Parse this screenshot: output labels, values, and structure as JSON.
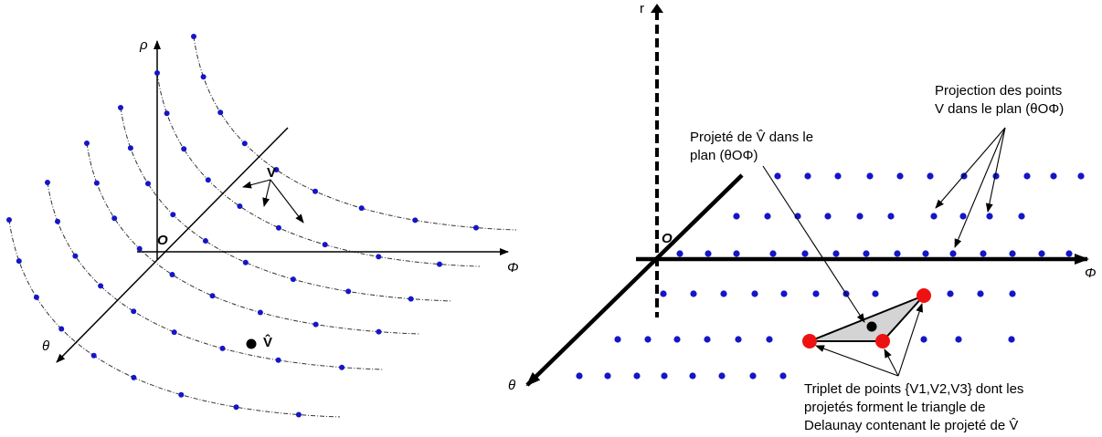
{
  "left_panel": {
    "axis_rho": "ρ",
    "axis_theta": "θ",
    "axis_phi": "Φ",
    "origin": "O",
    "label_v": "V",
    "label_vhat": "V̂"
  },
  "right_panel": {
    "axis_theta": "θ",
    "axis_phi": "Φ",
    "origin": "O",
    "projete_line1": "Projeté de V̂ dans le",
    "projete_line2": "plan (θOΦ)",
    "projection_line1": "Projection des points",
    "projection_line2": "V dans le plan (θOΦ)",
    "triplet_line1": "Triplet de points {V1,V2,V3} dont les",
    "triplet_line2": "projetés forment le triangle de",
    "triplet_line3": "Delaunay contenant le projeté de V̂"
  },
  "colors": {
    "point": "#1515c8",
    "triplet_point": "#ee1111",
    "triangle_fill": "#d4d4d4",
    "axis": "#000000"
  }
}
